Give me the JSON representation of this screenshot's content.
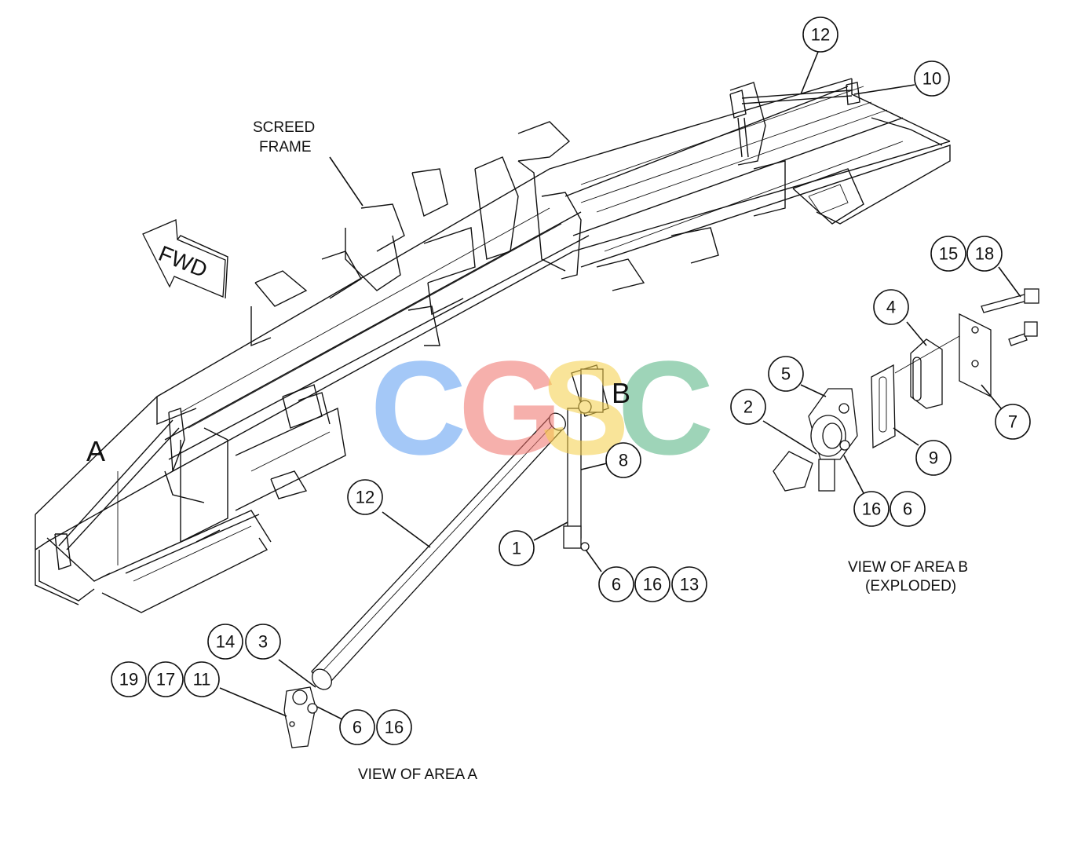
{
  "diagram": {
    "labels": {
      "screed_frame_line1": "SCREED",
      "screed_frame_line2": "FRAME",
      "fwd": "FWD",
      "area_a": "A",
      "area_b": "B",
      "view_area_a": "VIEW OF AREA A",
      "view_area_b_line1": "VIEW OF AREA B",
      "view_area_b_line2": "(EXPLODED)"
    },
    "watermark": {
      "letters": [
        "C",
        "G",
        "S",
        "C"
      ],
      "colors": [
        "#5a9cf2",
        "#f0706a",
        "#f5cf46",
        "#4fb27f"
      ]
    },
    "callouts": {
      "c12_top": "12",
      "c10": "10",
      "c15": "15",
      "c18": "18",
      "c4": "4",
      "c5": "5",
      "c2": "2",
      "c7": "7",
      "c9": "9",
      "c16_b": "16",
      "c6_b": "6",
      "c8": "8",
      "c12_mid": "12",
      "c1": "1",
      "c6_a1": "6",
      "c16_a1": "16",
      "c13": "13",
      "c14": "14",
      "c3": "3",
      "c19": "19",
      "c17": "17",
      "c11": "11",
      "c6_a2": "6",
      "c16_a2": "16"
    }
  }
}
